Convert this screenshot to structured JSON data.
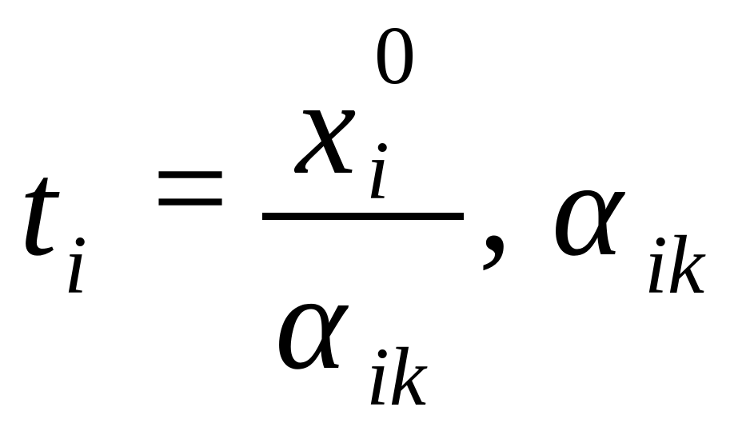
{
  "formula": {
    "lhs": {
      "base": "t",
      "subscript": "i"
    },
    "equals": "=",
    "fraction": {
      "numerator": {
        "base": "x",
        "subscript": "i",
        "superscript": "0"
      },
      "denominator": {
        "base": "α",
        "subscript": "ik"
      }
    },
    "separator": ",",
    "trailing": {
      "base": "α",
      "subscript": "ik"
    }
  },
  "colors": {
    "ink": "#000000",
    "background": "#ffffff"
  }
}
